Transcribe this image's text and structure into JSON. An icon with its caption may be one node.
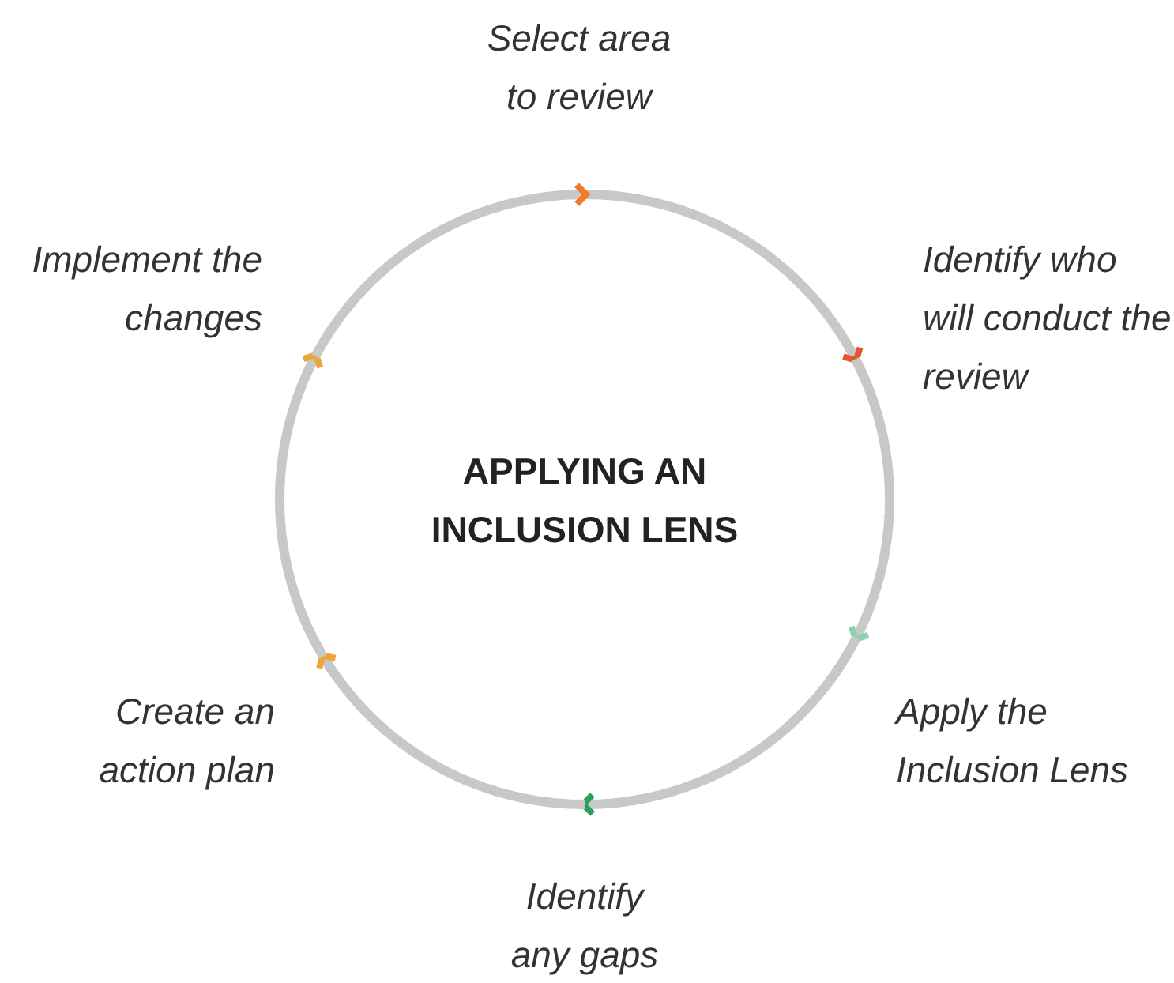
{
  "diagram": {
    "nodes": [
      {
        "text": [
          "APPLYING AN INCLUSION LENS"
        ]
      },
      {
        "text": [
          "Select area to review"
        ]
      },
      {
        "text": [
          "Identify who will conduct the review"
        ]
      },
      {
        "text": [
          "Apply the Inclusion Lens"
        ]
      },
      {
        "text": [
          "Identify any gaps"
        ]
      },
      {
        "text": [
          "Create an action plan"
        ]
      },
      {
        "text": [
          "Implement the changes"
        ]
      }
    ],
    "edges": [
      {
        "from": 1,
        "to": 2,
        "arrow": "to"
      },
      {
        "from": 2,
        "to": 3,
        "arrow": "to"
      },
      {
        "from": 3,
        "to": 4,
        "arrow": "to"
      },
      {
        "from": 4,
        "to": 5,
        "arrow": "to"
      },
      {
        "from": 5,
        "to": 6,
        "arrow": "to"
      },
      {
        "from": 6,
        "to": 1,
        "arrow": "to"
      }
    ]
  }
}
